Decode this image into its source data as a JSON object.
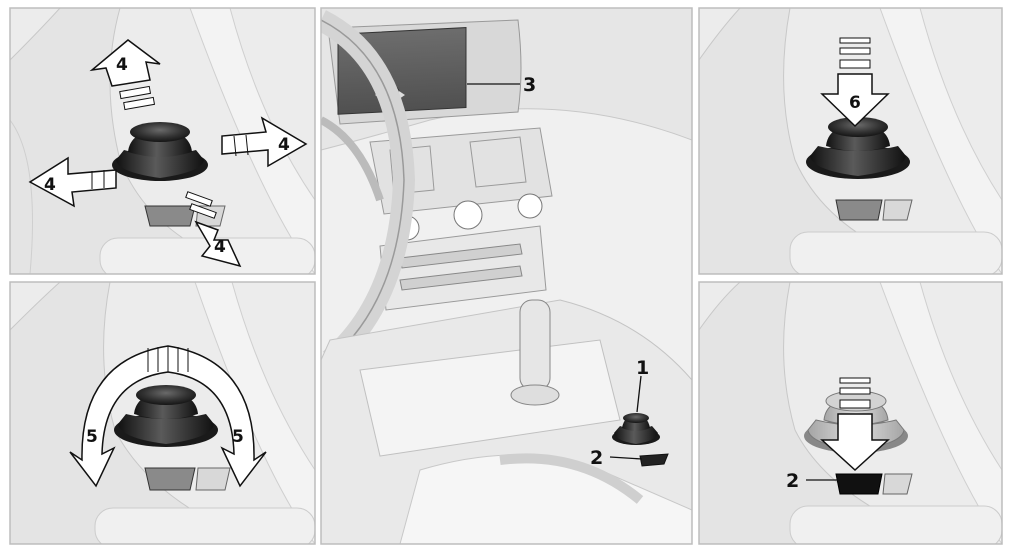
{
  "panels": {
    "top_left": {
      "arrow_numbers": [
        "4",
        "4",
        "4",
        "4"
      ]
    },
    "bottom_left": {
      "arrow_numbers": [
        "5",
        "5"
      ]
    },
    "center": {
      "callouts": [
        "1",
        "2",
        "3"
      ]
    },
    "top_right": {
      "arrow_numbers": [
        "6"
      ]
    },
    "bottom_right": {
      "callouts": [
        "2"
      ]
    }
  },
  "colors": {
    "background": "#ececec",
    "knob_dark": "#2a2a2a",
    "arrow_fill": "#ffffff",
    "outline": "#111111"
  }
}
